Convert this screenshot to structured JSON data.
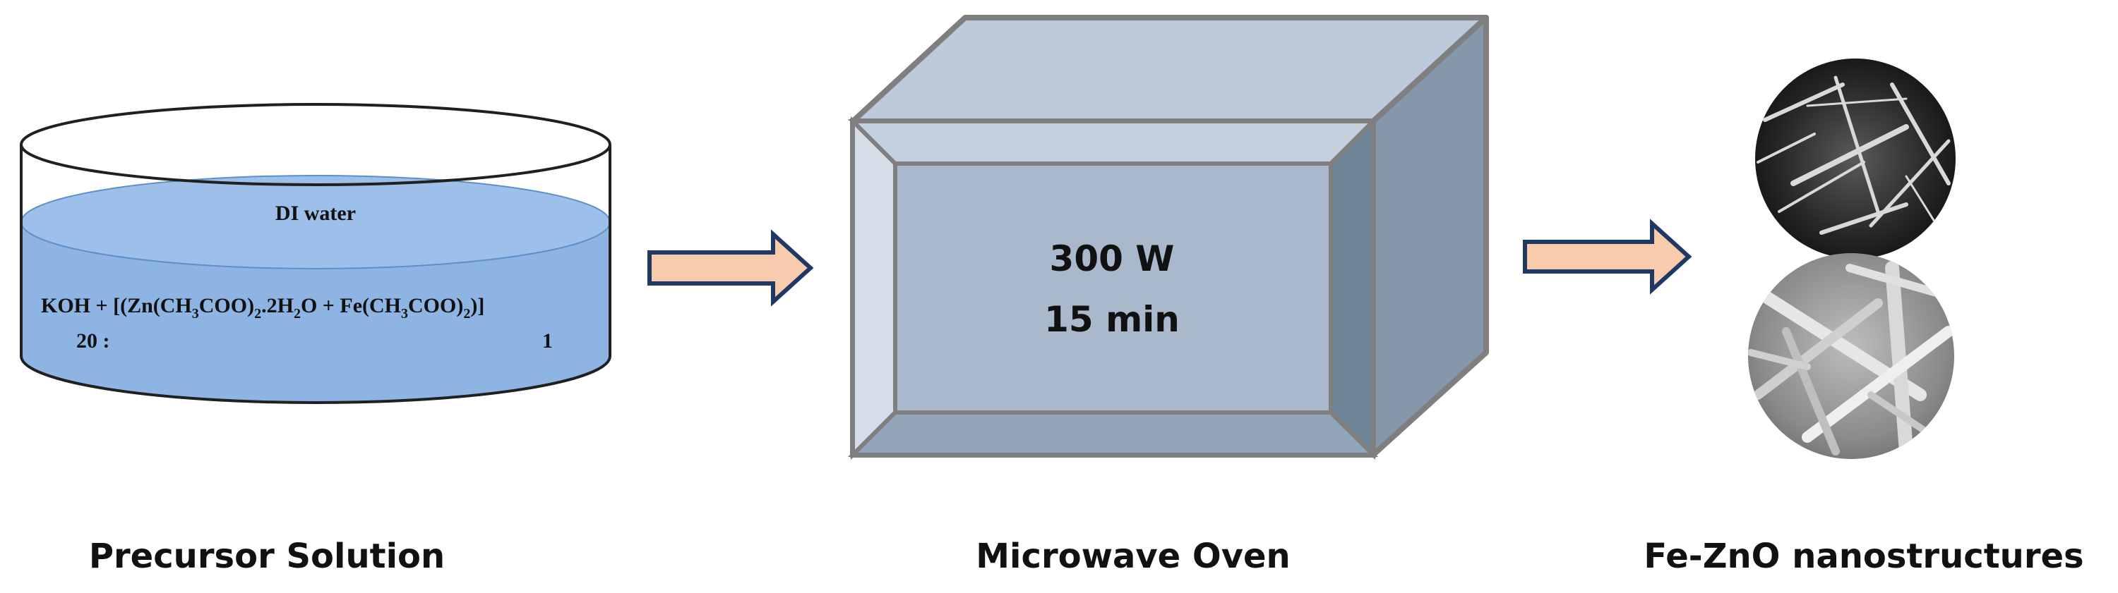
{
  "diagram": {
    "precursor": {
      "solvent_label": "DI water",
      "formula": {
        "koh": "KOH + [(Zn(CH",
        "sub3a": "3",
        "part2": "COO)",
        "sub2a": "2",
        "part3": ".2H",
        "sub2b": "2",
        "part4": "O + Fe(CH",
        "sub3b": "3",
        "part5": "COO)",
        "sub2c": "2",
        "part6": ")]"
      },
      "ratio_left": "20 :",
      "ratio_right": "1",
      "caption": "Precursor Solution",
      "liquid_color": "#8eb4e3"
    },
    "oven": {
      "power": "300 W",
      "time": "15 min",
      "caption": "Microwave Oven",
      "face_color": "#a9b8ca",
      "top_color": "#bccadb"
    },
    "product": {
      "caption": "Fe-ZnO nanostructures",
      "top_image": "sem-image-dark",
      "bottom_image": "sem-image-light"
    },
    "arrows": {
      "fill": "#f8cbad",
      "stroke": "#1f3864"
    }
  }
}
